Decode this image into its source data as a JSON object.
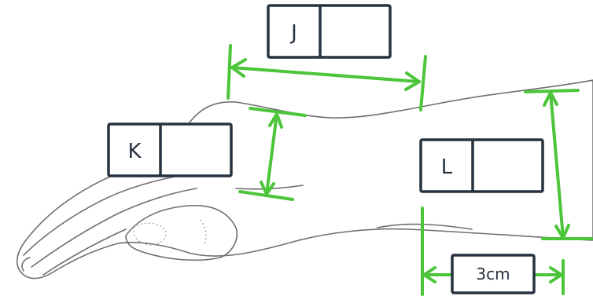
{
  "labels": {
    "j": "J",
    "k": "K",
    "l": "L"
  },
  "dimension": {
    "wrist_to_box_length": "3cm"
  },
  "colors": {
    "measure_line": "#4cc53a",
    "label_border": "#26323f",
    "hand_fill": "#f2f2f2",
    "hand_outline": "#6f6f6f"
  }
}
